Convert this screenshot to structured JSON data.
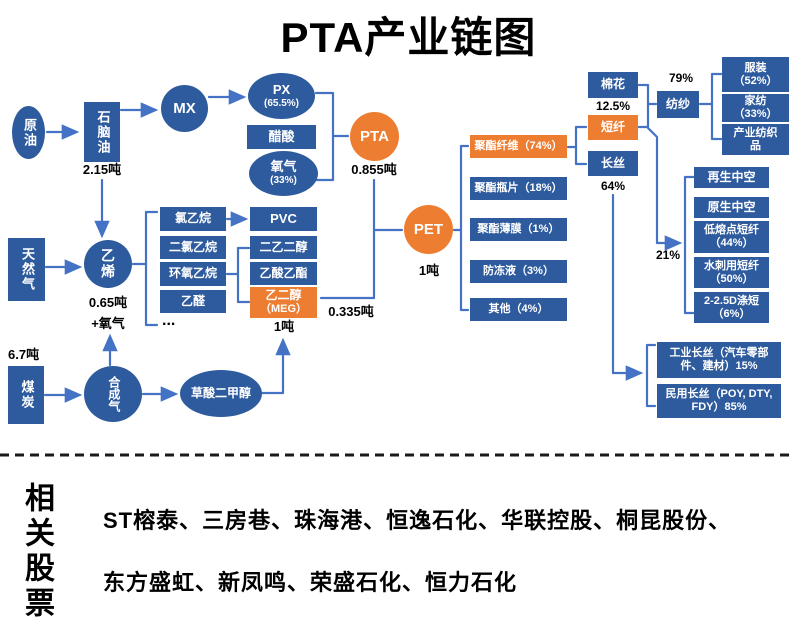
{
  "title": "PTA产业链图",
  "colors": {
    "box_blue": "#2e5b9e",
    "box_orange": "#ed7d31",
    "line_blue": "#4472c4",
    "text_black": "#000000"
  },
  "nodes": {
    "crude_oil": "原油",
    "naphtha": "石脑油",
    "naphtha_qty": "2.15吨",
    "mx": "MX",
    "px": "PX",
    "px_sub": "(65.5%)",
    "acetic_acid": "醋酸",
    "oxygen": "氧气",
    "oxygen_sub": "(33%)",
    "pta": "PTA",
    "pta_qty": "0.855吨",
    "natural_gas": "天然气",
    "ethylene": "乙烯",
    "ethylene_qty": "0.65吨",
    "plus_oxygen": "+氧气",
    "chloroethane": "氯乙烷",
    "dichloroethane": "二氯乙烷",
    "ethylene_oxide": "环氧乙烷",
    "acetaldehyde": "乙醛",
    "ellipsis": "...",
    "pvc": "PVC",
    "diethylene_glycol": "二乙二醇",
    "ethyl_acetate": "乙酸乙酯",
    "meg": "乙二醇",
    "meg_sub": "（MEG）",
    "meg_qty": "1吨",
    "meg_to_pet_qty": "0.335吨",
    "coal_qty": "6.7吨",
    "coal": "煤炭",
    "syngas": "合成气",
    "dimethyl_oxalate": "草酸二甲醇",
    "pet": "PET",
    "pet_qty": "1吨",
    "products": [
      "聚酯纤维（74%）",
      "聚酯瓶片（18%）",
      "聚酯薄膜（1%）",
      "防冻液（3%）",
      "其他（4%）"
    ],
    "cotton": "棉花",
    "cotton_pct": "12.5%",
    "staple_fiber": "短纤",
    "filament": "长丝",
    "filament_pct": "64%",
    "spinning_pct": "79%",
    "spinning": "纺纱",
    "spinning_products": [
      "服装（52%）",
      "家纺（33%）",
      "产业纺织品"
    ],
    "staple_pct": "21%",
    "staple_products": [
      "再生中空",
      "原生中空",
      "低熔点短纤（44%）",
      "水刺用短纤（50%）",
      "2-2.5D涤短（6%）"
    ],
    "filament_products": [
      "工业长丝（汽车零部件、建材）15%",
      "民用长丝（POY, DTY, FDY）85%"
    ]
  },
  "footer": {
    "header": "相关股票",
    "line1": "ST榕泰、三房巷、珠海港、恒逸石化、华联控股、桐昆股份、",
    "line2": "东方盛虹、新凤鸣、荣盛石化、恒力石化"
  }
}
